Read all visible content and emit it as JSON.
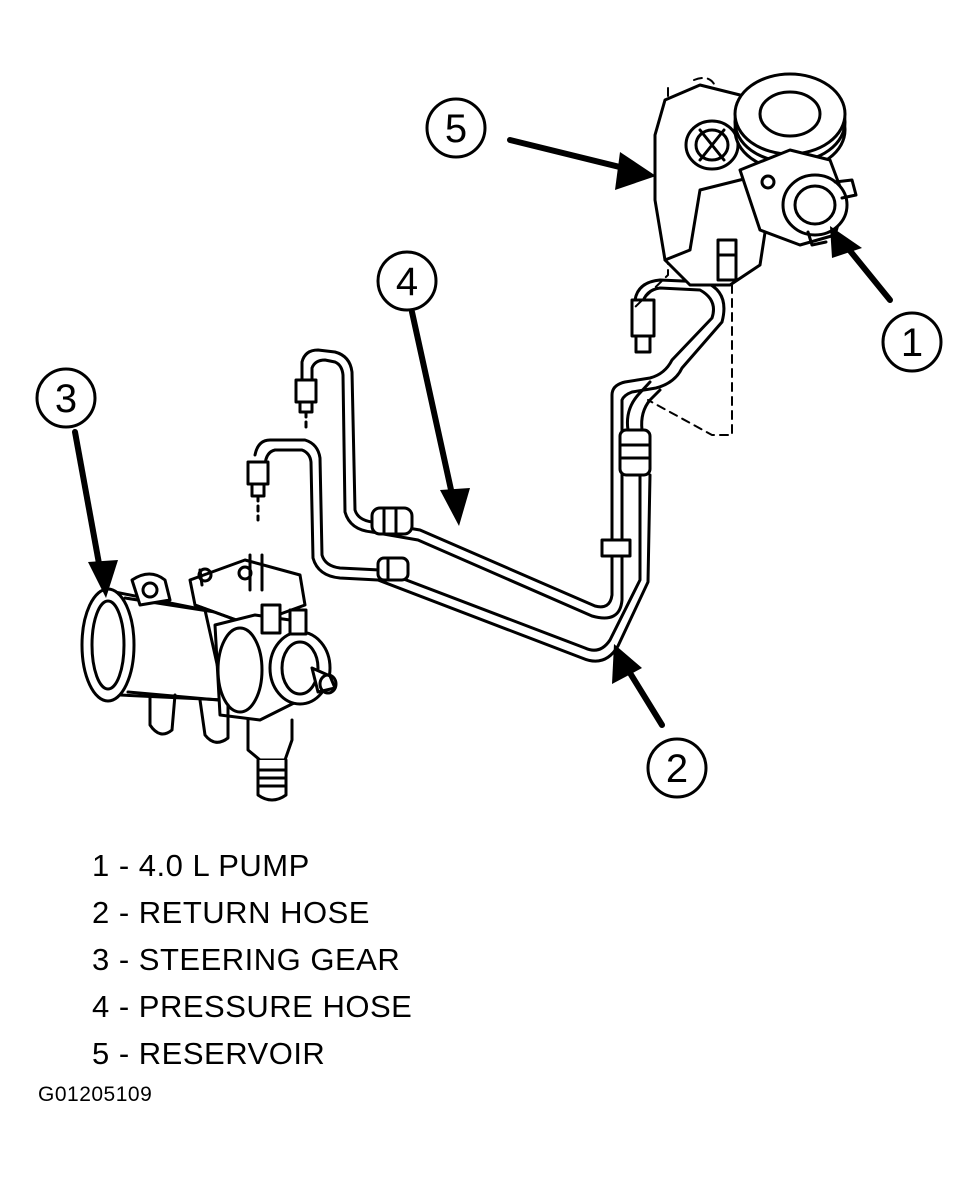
{
  "callouts": [
    {
      "number": "1",
      "target": "4.0 L PUMP"
    },
    {
      "number": "2",
      "target": "RETURN HOSE"
    },
    {
      "number": "3",
      "target": "STEERING GEAR"
    },
    {
      "number": "4",
      "target": "PRESSURE HOSE"
    },
    {
      "number": "5",
      "target": "RESERVOIR"
    }
  ],
  "legend": [
    "1 - 4.0 L PUMP",
    "2 - RETURN HOSE",
    "3 - STEERING GEAR",
    "4 - PRESSURE HOSE",
    "5 - RESERVOIR"
  ],
  "figure_id": "G01205109",
  "colors": {
    "line": "#000000",
    "background": "#ffffff"
  }
}
